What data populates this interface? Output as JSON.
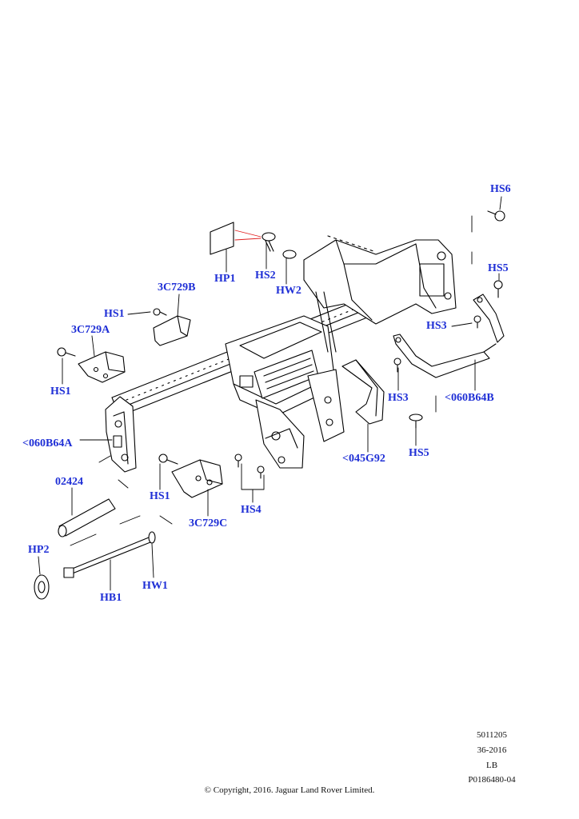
{
  "labels": {
    "hs6": "HS6",
    "hp1": "HP1",
    "hs2": "HS2",
    "hw2": "HW2",
    "hs5_top": "HS5",
    "c729b": "3C729B",
    "hs1_upper": "HS1",
    "c729a": "3C729A",
    "hs3_right": "HS3",
    "hs1_left": "HS1",
    "hs3_lower": "HS3",
    "b64b": "<060B64B",
    "b64a": "<060B64A",
    "g92": "<045G92",
    "hs5_lower": "HS5",
    "p02424": "02424",
    "hs1_mid": "HS1",
    "hs4": "HS4",
    "c729c": "3C729C",
    "hp2": "HP2",
    "hw1": "HW1",
    "hb1": "HB1"
  },
  "meta": {
    "line1": "5011205",
    "line2": "36-2016",
    "line3": "LB",
    "line4": "P0186480-04"
  },
  "copyright": "© Copyright, 2016. Jaguar Land Rover Limited.",
  "colors": {
    "label": "#1f2fd6",
    "line": "#000000",
    "callout_red": "#e02020"
  }
}
